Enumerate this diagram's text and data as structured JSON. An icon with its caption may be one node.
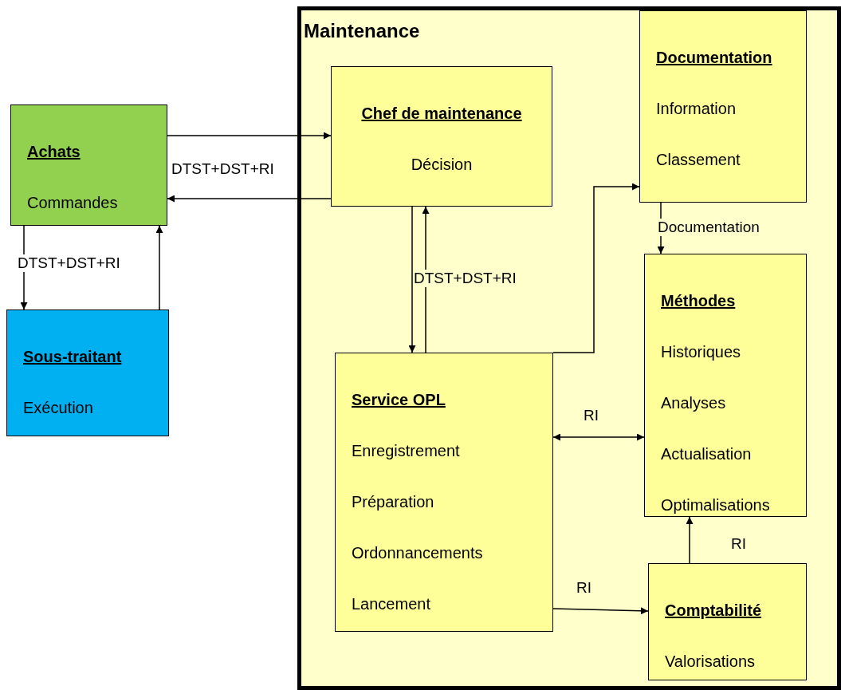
{
  "diagram": {
    "nodes": [
      {
        "text": [
          "Maintenance"
        ]
      },
      {
        "text": [
          "Achats",
          "Commandes"
        ]
      },
      {
        "text": [
          "Sous-traitant",
          "Exécution"
        ]
      },
      {
        "text": [
          "Chef de maintenance",
          "Décision"
        ],
        "in": 0
      },
      {
        "text": [
          "Documentation",
          "Information",
          "Classement"
        ],
        "in": 0
      },
      {
        "text": [
          "Méthodes",
          "Historiques",
          "Analyses",
          "Actualisation",
          "Optimalisations"
        ],
        "in": 0
      },
      {
        "text": [
          "Service OPL",
          "Enregistrement",
          "Préparation",
          "Ordonnancements",
          "Lancement"
        ],
        "in": 0
      },
      {
        "text": [
          "Comptabilité",
          "Valorisations"
        ],
        "in": 0
      }
    ],
    "edges": [
      {
        "from": 1,
        "to": 3,
        "arrow": "to"
      },
      {
        "from": 3,
        "to": 1,
        "arrow": "to",
        "label": "DTST+DST+RI"
      },
      {
        "from": 1,
        "to": 2,
        "arrow": "to",
        "label": "DTST+DST+RI"
      },
      {
        "from": 2,
        "to": 1,
        "arrow": "to"
      },
      {
        "from": 3,
        "to": 6,
        "arrow": "to",
        "label": "DTST+DST+RI"
      },
      {
        "from": 6,
        "to": 3,
        "arrow": "to"
      },
      {
        "from": 6,
        "to": 4,
        "arrow": "to"
      },
      {
        "from": 4,
        "to": 5,
        "arrow": "to",
        "label": "Documentation"
      },
      {
        "from": 6,
        "to": 5,
        "arrow": "both",
        "label": "RI"
      },
      {
        "from": 6,
        "to": 7,
        "arrow": "to",
        "label": "RI"
      },
      {
        "from": 7,
        "to": 5,
        "arrow": "to",
        "label": "RI"
      }
    ]
  }
}
